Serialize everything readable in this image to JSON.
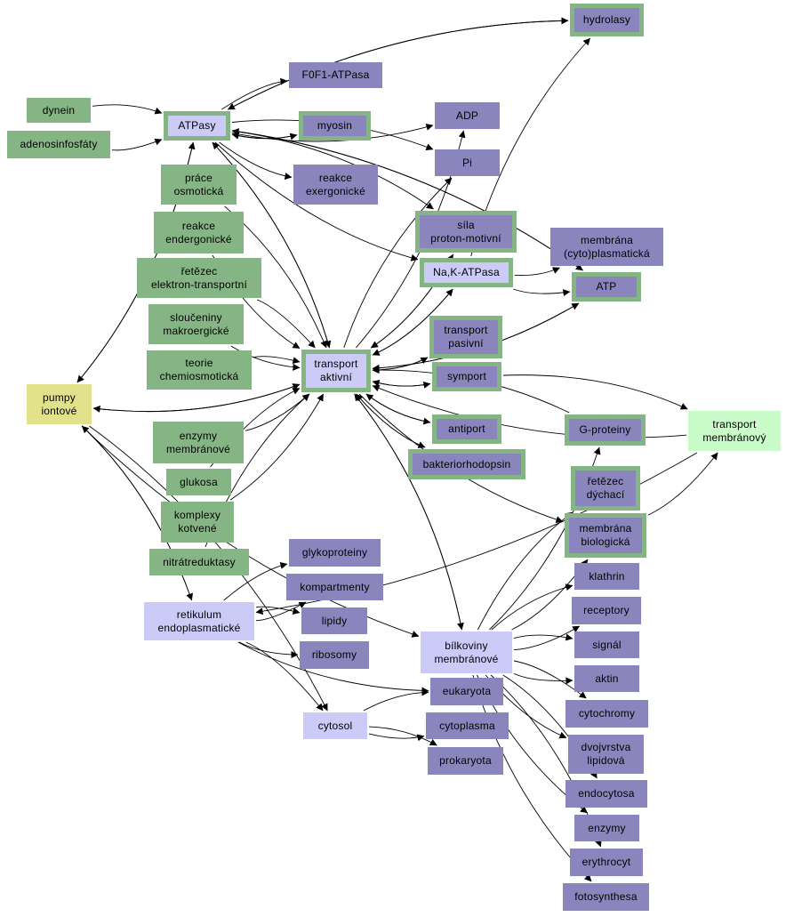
{
  "nodes": [
    {
      "id": "hydrolasy",
      "label": "hydrolasy",
      "style": "purple",
      "framed": true
    },
    {
      "id": "f0f1",
      "label": "F0F1-ATPasa",
      "style": "purple",
      "framed": false
    },
    {
      "id": "dynein",
      "label": "dynein",
      "style": "green",
      "framed": false
    },
    {
      "id": "atpasy",
      "label": "ATPasy",
      "style": "lav",
      "framed": true
    },
    {
      "id": "myosin",
      "label": "myosin",
      "style": "purple",
      "framed": true
    },
    {
      "id": "adp",
      "label": "ADP",
      "style": "purple",
      "framed": false
    },
    {
      "id": "adenosin",
      "label": "adenosinfosfáty",
      "style": "green",
      "framed": false
    },
    {
      "id": "pi",
      "label": "Pi",
      "style": "purple",
      "framed": false
    },
    {
      "id": "exerg",
      "label": "reakce\nexergonické",
      "style": "purple",
      "framed": false
    },
    {
      "id": "osmot",
      "label": "práce\nosmotická",
      "style": "green",
      "framed": false
    },
    {
      "id": "endergon",
      "label": "reakce\nendergonické",
      "style": "green",
      "framed": false
    },
    {
      "id": "sila",
      "label": "síla\nproton-motivní",
      "style": "purple",
      "framed": true
    },
    {
      "id": "membcyto",
      "label": "membrána\n(cyto)plasmatická",
      "style": "purple",
      "framed": false
    },
    {
      "id": "retez_el",
      "label": "řetězec\nelektron-transportní",
      "style": "green",
      "framed": false
    },
    {
      "id": "nak",
      "label": "Na,K-ATPasa",
      "style": "lav",
      "framed": true
    },
    {
      "id": "atp",
      "label": "ATP",
      "style": "purple",
      "framed": true
    },
    {
      "id": "slouc",
      "label": "sloučeniny\nmakroergické",
      "style": "green",
      "framed": false
    },
    {
      "id": "tpasiv",
      "label": "transport\npasivní",
      "style": "purple",
      "framed": true
    },
    {
      "id": "teorie",
      "label": "teorie\nchemiosmotická",
      "style": "green",
      "framed": false
    },
    {
      "id": "takt",
      "label": "transport\naktivní",
      "style": "lav",
      "framed": true
    },
    {
      "id": "symport",
      "label": "symport",
      "style": "purple",
      "framed": true
    },
    {
      "id": "pumpy",
      "label": "pumpy\niontové",
      "style": "yellow",
      "framed": false
    },
    {
      "id": "tmemb",
      "label": "transport\nmembránový",
      "style": "mint",
      "framed": false
    },
    {
      "id": "enzmem",
      "label": "enzymy\nmembránové",
      "style": "green",
      "framed": false
    },
    {
      "id": "antiport",
      "label": "antiport",
      "style": "purple",
      "framed": true
    },
    {
      "id": "gprot",
      "label": "G-proteiny",
      "style": "purple",
      "framed": true
    },
    {
      "id": "bakter",
      "label": "bakteriorhodopsin",
      "style": "purple",
      "framed": true
    },
    {
      "id": "glukosa",
      "label": "glukosa",
      "style": "green",
      "framed": false
    },
    {
      "id": "retez_d",
      "label": "řetězec\ndýchací",
      "style": "purple",
      "framed": true
    },
    {
      "id": "komplexy",
      "label": "komplexy\nkotvené",
      "style": "green",
      "framed": false
    },
    {
      "id": "membbio",
      "label": "membrána\nbiologická",
      "style": "purple",
      "framed": true
    },
    {
      "id": "nitrat",
      "label": "nitrátreduktasy",
      "style": "green",
      "framed": false
    },
    {
      "id": "glyko",
      "label": "glykoproteiny",
      "style": "purple",
      "framed": false
    },
    {
      "id": "klathrin",
      "label": "klathrin",
      "style": "purple",
      "framed": false
    },
    {
      "id": "kompart",
      "label": "kompartmenty",
      "style": "purple",
      "framed": false
    },
    {
      "id": "retikulum",
      "label": "retikulum\nendoplasmatické",
      "style": "lav",
      "framed": false
    },
    {
      "id": "receptory",
      "label": "receptory",
      "style": "purple",
      "framed": false
    },
    {
      "id": "lipidy",
      "label": "lipidy",
      "style": "purple",
      "framed": false
    },
    {
      "id": "signal",
      "label": "signál",
      "style": "purple",
      "framed": false
    },
    {
      "id": "bilk",
      "label": "bílkoviny\nmembránové",
      "style": "lav",
      "framed": false
    },
    {
      "id": "ribosomy",
      "label": "ribosomy",
      "style": "purple",
      "framed": false
    },
    {
      "id": "aktin",
      "label": "aktin",
      "style": "purple",
      "framed": false
    },
    {
      "id": "eukaryota",
      "label": "eukaryota",
      "style": "purple",
      "framed": false
    },
    {
      "id": "cytochromy",
      "label": "cytochromy",
      "style": "purple",
      "framed": false
    },
    {
      "id": "cytosol",
      "label": "cytosol",
      "style": "lav",
      "framed": false
    },
    {
      "id": "cytoplasma",
      "label": "cytoplasma",
      "style": "purple",
      "framed": false
    },
    {
      "id": "dvoj",
      "label": "dvojvrstva\nlipidová",
      "style": "purple",
      "framed": false
    },
    {
      "id": "prokaryota",
      "label": "prokaryota",
      "style": "purple",
      "framed": false
    },
    {
      "id": "endocytosa",
      "label": "endocytosa",
      "style": "purple",
      "framed": false
    },
    {
      "id": "enzymy",
      "label": "enzymy",
      "style": "purple",
      "framed": false
    },
    {
      "id": "erythro",
      "label": "erythrocyt",
      "style": "purple",
      "framed": false
    },
    {
      "id": "foto",
      "label": "fotosynthesa",
      "style": "purple",
      "framed": false
    }
  ],
  "edges": [
    [
      "dynein",
      "atpasy"
    ],
    [
      "adenosin",
      "atpasy"
    ],
    [
      "atpasy",
      "hydrolasy"
    ],
    [
      "hydrolasy",
      "atpasy"
    ],
    [
      "atpasy",
      "f0f1"
    ],
    [
      "atpasy",
      "myosin"
    ],
    [
      "myosin",
      "atpasy"
    ],
    [
      "atpasy",
      "adp"
    ],
    [
      "atpasy",
      "pi"
    ],
    [
      "atpasy",
      "exerg"
    ],
    [
      "atpasy",
      "sila"
    ],
    [
      "atpasy",
      "nak"
    ],
    [
      "atpasy",
      "atp"
    ],
    [
      "atp",
      "atpasy"
    ],
    [
      "atpasy",
      "pumpy"
    ],
    [
      "pumpy",
      "atpasy"
    ],
    [
      "atpasy",
      "takt"
    ],
    [
      "takt",
      "atpasy"
    ],
    [
      "osmot",
      "takt"
    ],
    [
      "endergon",
      "takt"
    ],
    [
      "retez_el",
      "takt"
    ],
    [
      "slouc",
      "takt"
    ],
    [
      "teorie",
      "takt"
    ],
    [
      "enzmem",
      "takt"
    ],
    [
      "glukosa",
      "takt"
    ],
    [
      "komplexy",
      "takt"
    ],
    [
      "nitrat",
      "takt"
    ],
    [
      "takt",
      "adp"
    ],
    [
      "takt",
      "pi"
    ],
    [
      "takt",
      "sila"
    ],
    [
      "sila",
      "takt"
    ],
    [
      "takt",
      "nak"
    ],
    [
      "nak",
      "takt"
    ],
    [
      "takt",
      "atp"
    ],
    [
      "atp",
      "takt"
    ],
    [
      "takt",
      "tpasiv"
    ],
    [
      "tpasiv",
      "takt"
    ],
    [
      "takt",
      "symport"
    ],
    [
      "symport",
      "takt"
    ],
    [
      "takt",
      "antiport"
    ],
    [
      "antiport",
      "takt"
    ],
    [
      "takt",
      "bakter"
    ],
    [
      "bakter",
      "takt"
    ],
    [
      "takt",
      "membbio"
    ],
    [
      "takt",
      "bilk"
    ],
    [
      "bilk",
      "takt"
    ],
    [
      "takt",
      "pumpy"
    ],
    [
      "pumpy",
      "takt"
    ],
    [
      "tmemb",
      "takt"
    ],
    [
      "gprot",
      "takt"
    ],
    [
      "symport",
      "tmemb"
    ],
    [
      "membbio",
      "tmemb"
    ],
    [
      "tmemb",
      "retikulum"
    ],
    [
      "nak",
      "membcyto"
    ],
    [
      "nak",
      "hydrolasy"
    ],
    [
      "nak",
      "atp"
    ],
    [
      "pumpy",
      "retikulum"
    ],
    [
      "retikulum",
      "pumpy"
    ],
    [
      "pumpy",
      "cytosol"
    ],
    [
      "pumpy",
      "bilk"
    ],
    [
      "retikulum",
      "glyko"
    ],
    [
      "retikulum",
      "kompart"
    ],
    [
      "retikulum",
      "lipidy"
    ],
    [
      "retikulum",
      "ribosomy"
    ],
    [
      "retikulum",
      "cytosol"
    ],
    [
      "retikulum",
      "eukaryota"
    ],
    [
      "cytosol",
      "eukaryota"
    ],
    [
      "cytosol",
      "cytoplasma"
    ],
    [
      "cytosol",
      "prokaryota"
    ],
    [
      "bilk",
      "gprot"
    ],
    [
      "bilk",
      "retez_d"
    ],
    [
      "bilk",
      "membbio"
    ],
    [
      "bilk",
      "klathrin"
    ],
    [
      "bilk",
      "receptory"
    ],
    [
      "bilk",
      "signal"
    ],
    [
      "bilk",
      "aktin"
    ],
    [
      "bilk",
      "cytochromy"
    ],
    [
      "bilk",
      "dvoj"
    ],
    [
      "bilk",
      "endocytosa"
    ],
    [
      "bilk",
      "enzymy"
    ],
    [
      "bilk",
      "erythro"
    ],
    [
      "bilk",
      "foto"
    ]
  ]
}
